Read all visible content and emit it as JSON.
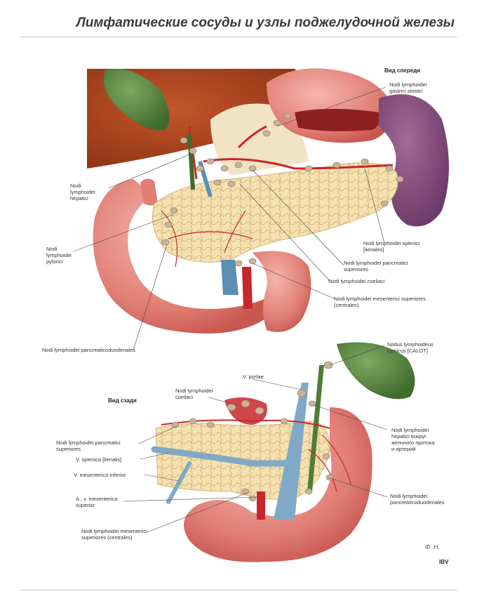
{
  "title": "Лимфатические сосуды и узлы поджелудочной железы",
  "views": {
    "front": "Вид спереди",
    "back": "Вид сзади"
  },
  "labels_front": {
    "gastrici": "Nodi lymphoidei\ngastrici sinistri",
    "hepatici": "Nodi\nlymphoidei\nhepatici",
    "pylorici": "Nodi\nlymphoidei\npylorici",
    "splenici": "Nodi lymphoidei splenici\n[lienales]",
    "pancreatici_sup": "Nodi lymphoidei pancreatici\nsuperiores",
    "coeliaci": "Nodi lymphoidei coeliaci",
    "mesenterici": "Nodi lymphoidei mesenterici superiores\n(centrales)",
    "pancreaticoduodenales": "Nodi lymphoidei pancreaticoduodenales"
  },
  "labels_back": {
    "cysticus": "Nodus lymphoideus\ncysticus [CALOT]",
    "portae": "V. portae",
    "coeliaci": "Nodi lymphoidei\ncoeliaci",
    "hepatici": "Nodi lymphoidei\nhepatici вокруг\nжелчного протока\nи артерий",
    "pancreatici_sup": "Nodi lymphoidei pancreatici\nsuperiores",
    "splenica": "V. splenica [lienalis]",
    "mesenterica_inf": "V. mesenterica inferior",
    "av_mesenterica": "A., v. mesenterica\nsuperior",
    "pancreaticoduodenales": "Nodi lymphoidei\npancreaticoduodenales",
    "mesenterici": "Nodi lymphoidei mesenterici\nsuperiores (centrales)"
  },
  "signature": "Ф. Н.",
  "logo": "IBV"
}
